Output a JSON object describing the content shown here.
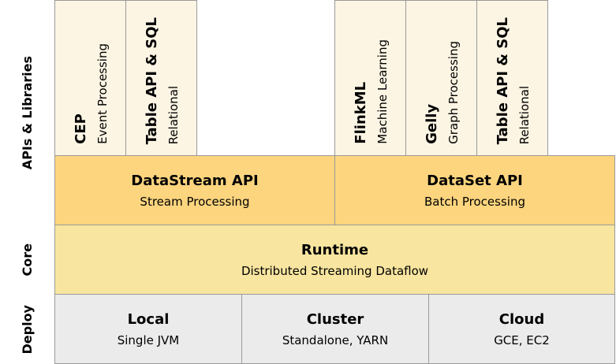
{
  "layers": {
    "apis_libraries": "APIs & Libraries",
    "core": "Core",
    "deploy": "Deploy"
  },
  "libraries": [
    {
      "title": "CEP",
      "subtitle": "Event Processing"
    },
    {
      "title": "Table API & SQL",
      "subtitle": "Relational"
    },
    {
      "title": "FlinkML",
      "subtitle": "Machine Learning"
    },
    {
      "title": "Gelly",
      "subtitle": "Graph Processing"
    },
    {
      "title": "Table API & SQL",
      "subtitle": "Relational"
    }
  ],
  "apis": [
    {
      "title": "DataStream API",
      "subtitle": "Stream Processing"
    },
    {
      "title": "DataSet API",
      "subtitle": "Batch Processing"
    }
  ],
  "core": {
    "title": "Runtime",
    "subtitle": "Distributed Streaming Dataflow"
  },
  "deploy": [
    {
      "title": "Local",
      "subtitle": "Single JVM"
    },
    {
      "title": "Cluster",
      "subtitle": "Standalone, YARN"
    },
    {
      "title": "Cloud",
      "subtitle": "GCE, EC2"
    }
  ],
  "colors": {
    "libraries": "#fdf5e4",
    "apis": "#fdd57e",
    "core": "#f8e59f",
    "deploy": "#ebebeb",
    "border": "#9a9a9a"
  }
}
